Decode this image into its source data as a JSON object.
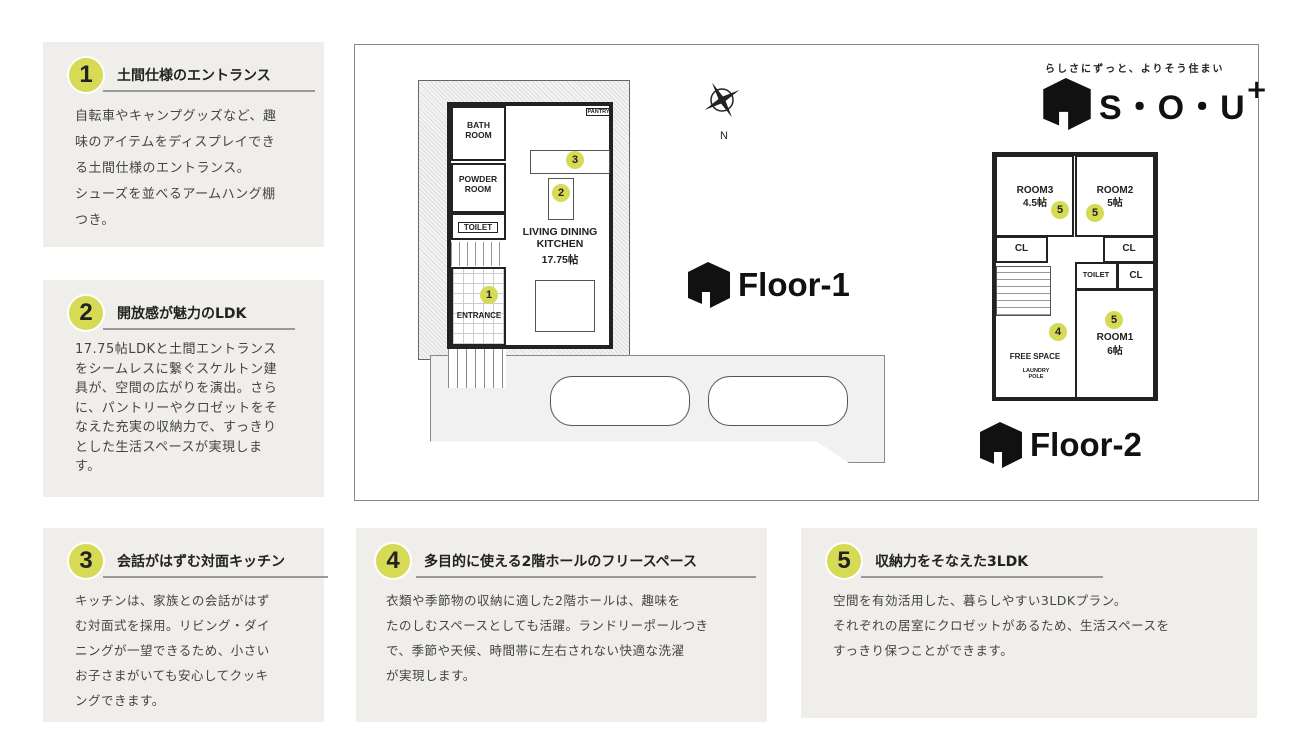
{
  "features": [
    {
      "num": "1",
      "title": "土間仕様のエントランス",
      "lines": [
        "自転車やキャンプグッズなど、趣",
        "味のアイテムをディスプレイでき",
        "る土間仕様のエントランス。",
        "シューズを並べるアームハング棚",
        "つき。"
      ]
    },
    {
      "num": "2",
      "title": "開放感が魅力のLDK",
      "lines": [
        "17.75帖LDKと土間エントランス",
        "をシームレスに繋ぐスケルトン建",
        "具が、空間の広がりを演出。さら",
        "に、パントリーやクロゼットをそ",
        "なえた充実の収納力で、すっきり",
        "とした生活スペースが実現しま",
        "す。"
      ]
    },
    {
      "num": "3",
      "title": "会話がはずむ対面キッチン",
      "lines": [
        "キッチンは、家族との会話がはず",
        "む対面式を採用。リビング・ダイ",
        "ニングが一望できるため、小さい",
        "お子さまがいても安心してクッキ",
        "ングできます。"
      ]
    },
    {
      "num": "4",
      "title": "多目的に使える2階ホールのフリースペース",
      "lines": [
        "衣類や季節物の収納に適した2階ホールは、趣味を",
        "たのしむスペースとしても活躍。ランドリーポールつき",
        "で、季節や天候、時間帯に左右されない快適な洗濯",
        "が実現します。"
      ]
    },
    {
      "num": "5",
      "title": "収納力をそなえた3LDK",
      "lines": [
        "空間を有効活用した、暮らしやすい3LDKプラン。",
        "それぞれの居室にクロゼットがあるため、生活スペースを",
        "すっきり保つことができます。"
      ]
    }
  ],
  "brand": {
    "tagline": "らしさにずっと、よりそう住まい",
    "name": "S・O・U",
    "plus": "+"
  },
  "compass": {
    "label": "N"
  },
  "floor1": {
    "title": "Floor-1",
    "bath": "BATH ROOM",
    "powder": "POWDER ROOM",
    "toilet": "TOILET",
    "entrance": "ENTRANCE",
    "pantry": "PANTRY",
    "ldk": "LIVING DINING KITCHEN",
    "ldk_size": "17.75帖"
  },
  "floor2": {
    "title": "Floor-2",
    "room3": "ROOM3",
    "room3_size": "4.5帖",
    "room2": "ROOM2",
    "room2_size": "5帖",
    "room1": "ROOM1",
    "room1_size": "6帖",
    "cl": "CL",
    "toilet": "TOILET",
    "free": "FREE SPACE",
    "laundry": "LAUNDRY POLE"
  },
  "colors": {
    "badge": "#d6da54",
    "card": "#f0eeea"
  }
}
